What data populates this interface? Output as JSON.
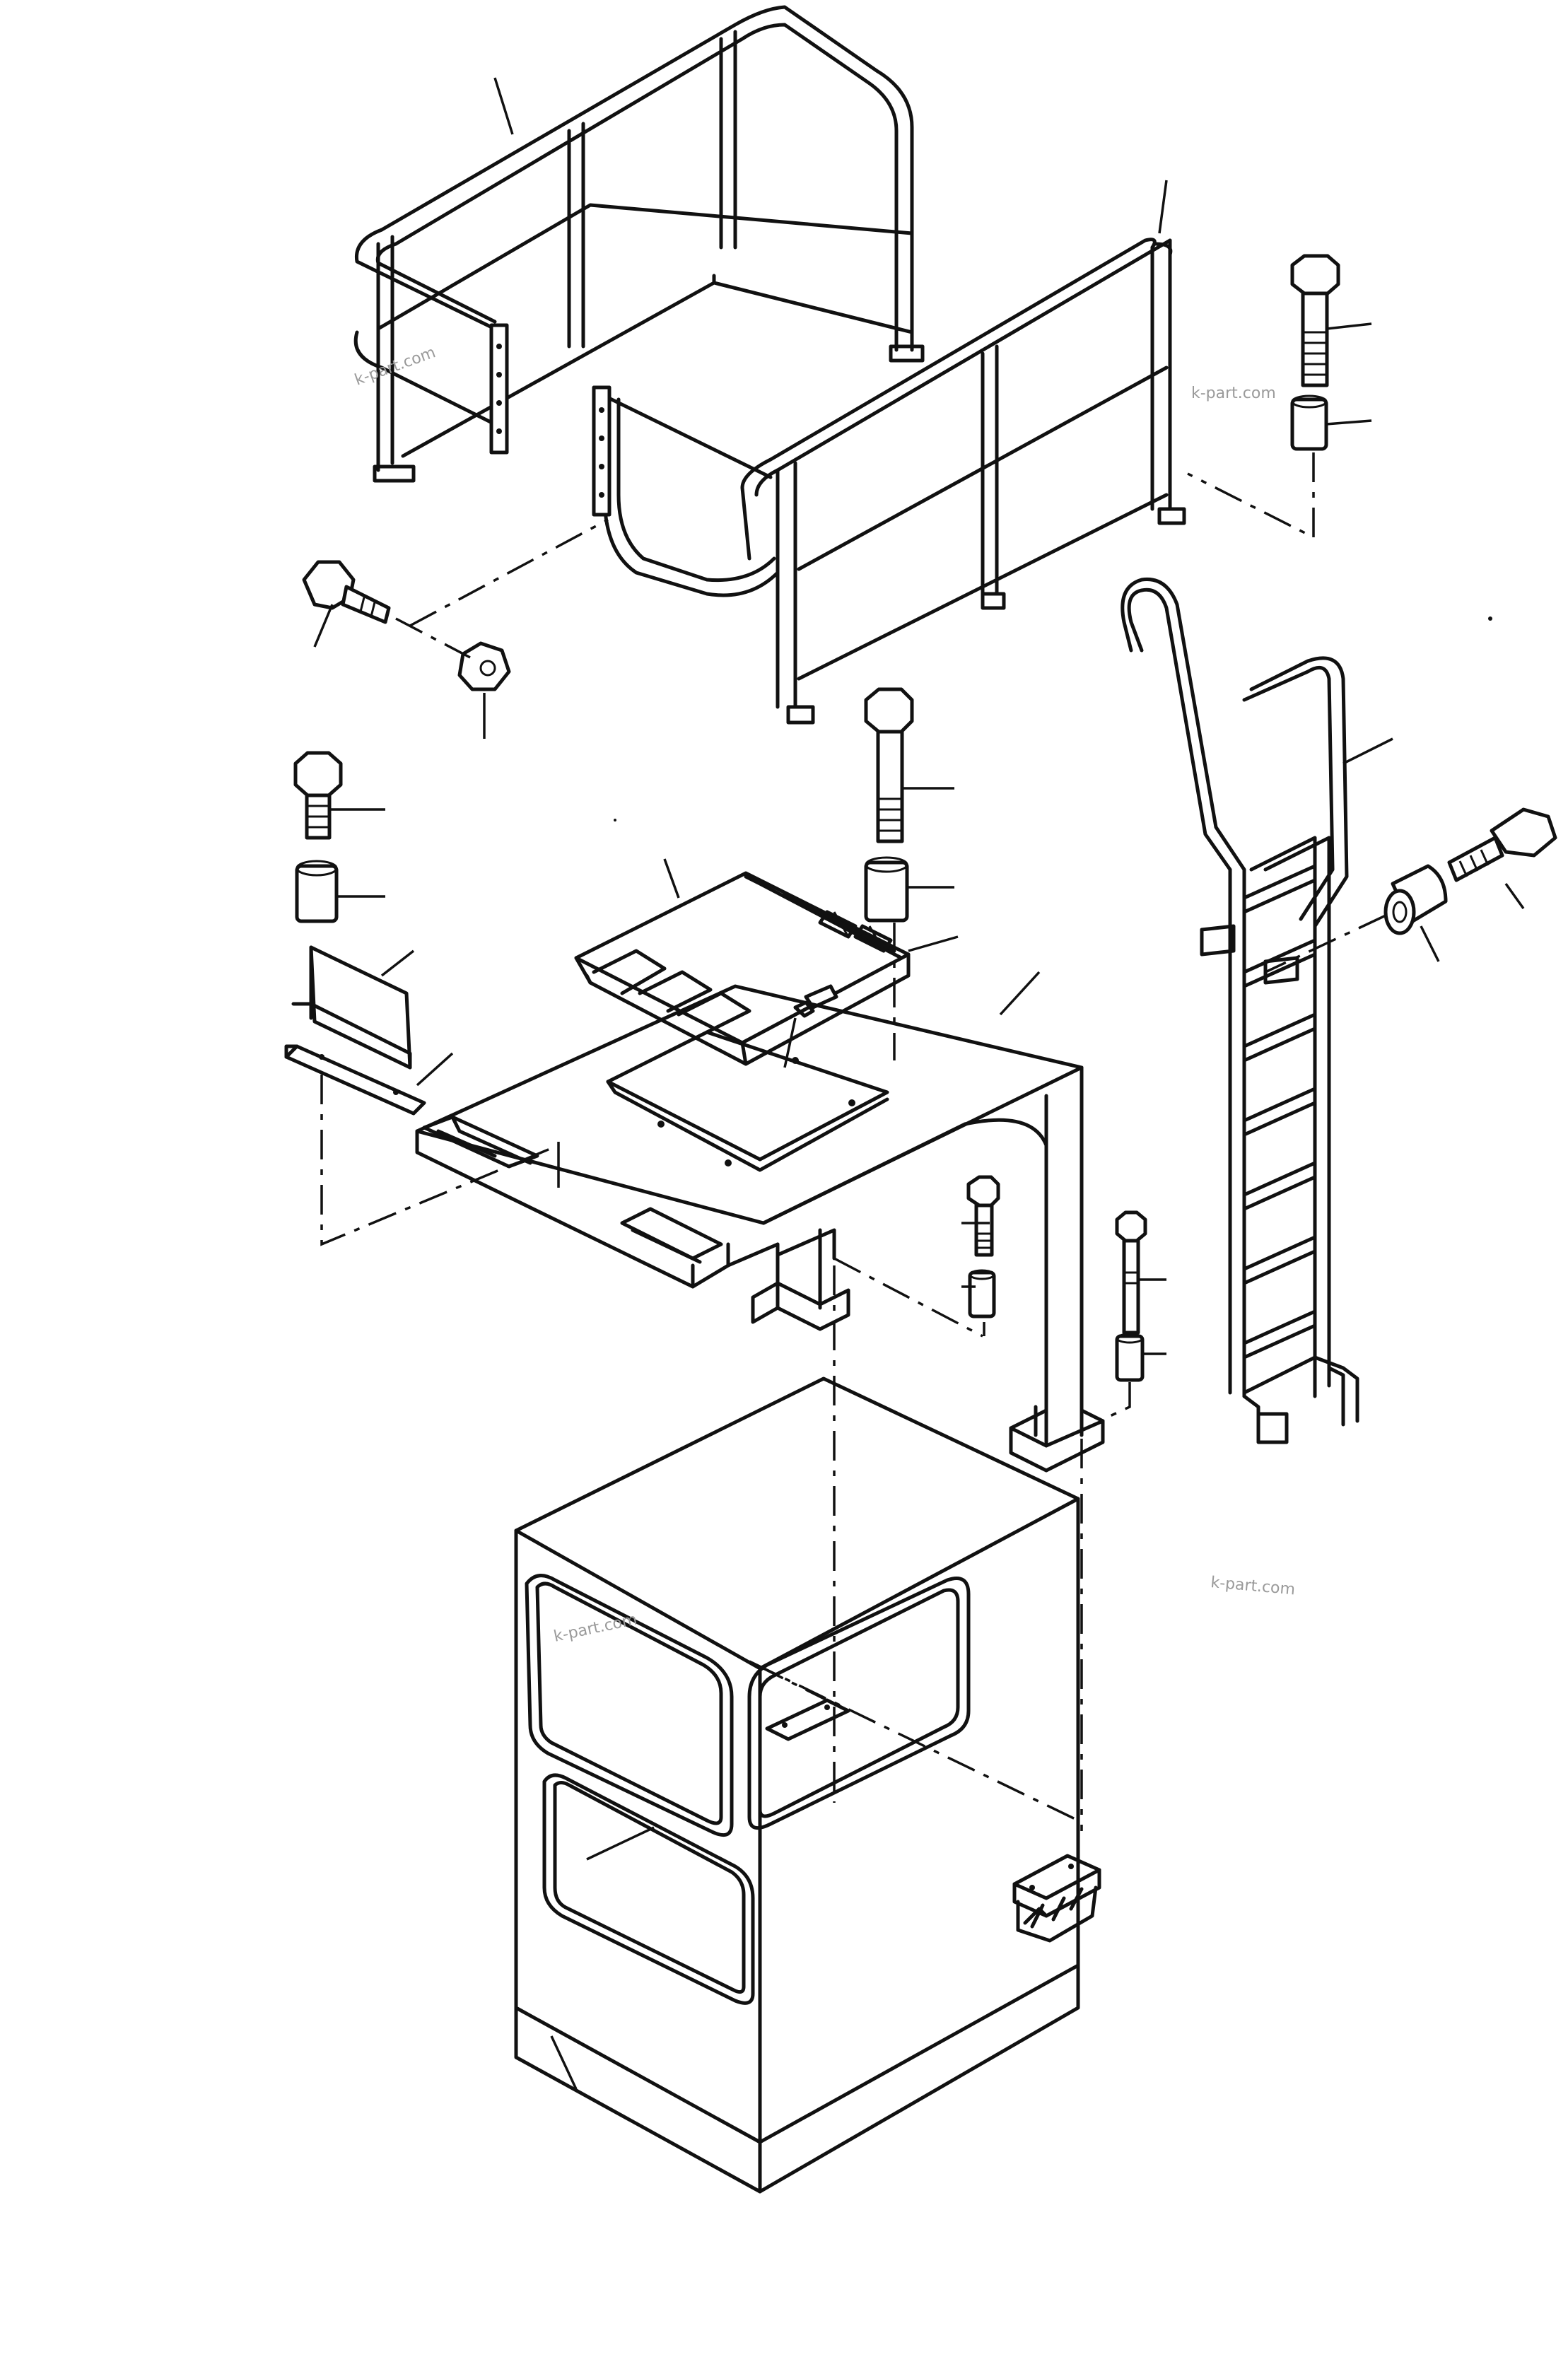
{
  "watermarks": [
    "k-part.com",
    "k-part.com",
    "k-part.com",
    "k-part.com"
  ],
  "line_color": "#111111",
  "watermark_color": "#9a9a9a",
  "parts": [
    "handrail-left",
    "handrail-right",
    "bolt",
    "spacer",
    "nut",
    "platform-frame",
    "step-bracket",
    "ladder",
    "cab",
    "mounting-plate"
  ]
}
